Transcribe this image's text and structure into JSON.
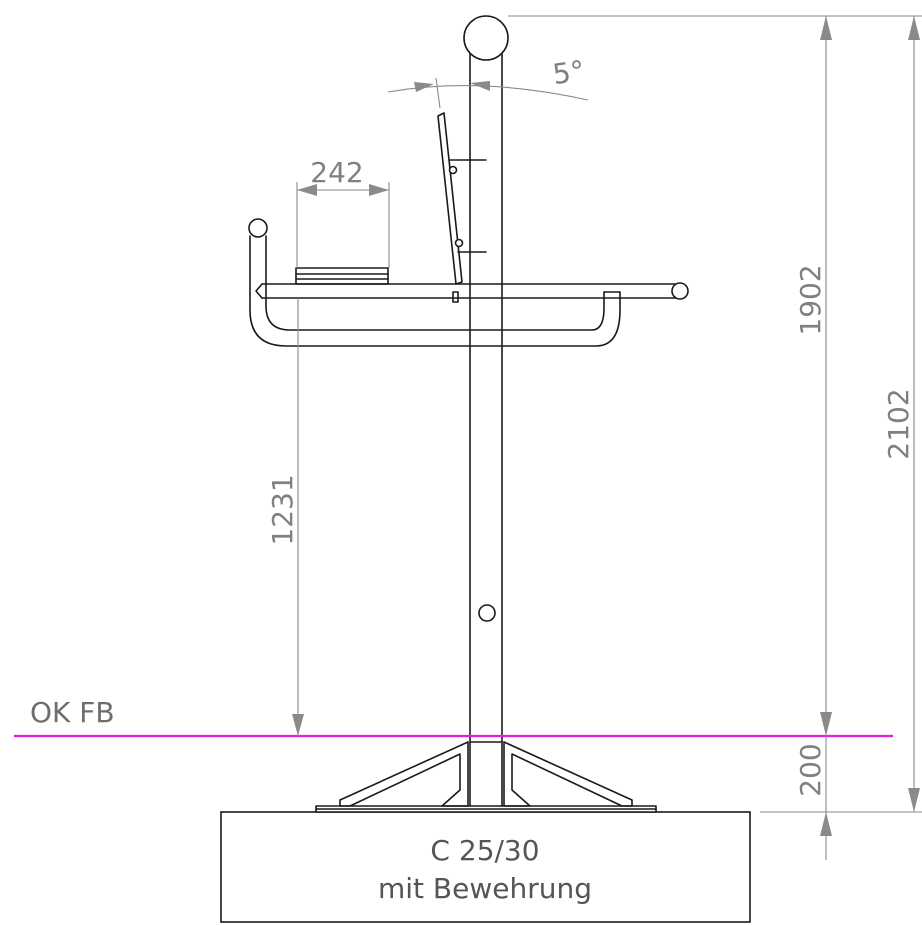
{
  "dimensions": {
    "seat_depth": "242",
    "backrest_angle": "5°",
    "height_total_above_ground": "1902",
    "height_overall": "2102",
    "height_foundation": "200",
    "height_seat": "1231"
  },
  "labels": {
    "ground_level": "OK FB",
    "concrete_grade": "C 25/30",
    "reinforcement": "mit Bewehrung"
  },
  "colors": {
    "ground_line": "#e020e0",
    "dimension": "#8a8a8a",
    "outline": "#1a1a1a"
  }
}
